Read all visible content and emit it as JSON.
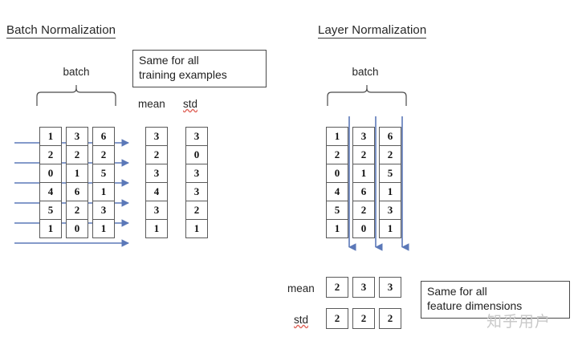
{
  "panels": [
    {
      "id": "batch-normalization",
      "title": "Batch Normalization",
      "brace_label": "batch",
      "callout": {
        "line1": "Same for all",
        "line2": "training examples"
      },
      "column_labels": [
        {
          "text": "mean",
          "spellcheck_underline": false
        },
        {
          "text": "std",
          "spellcheck_underline": true
        }
      ],
      "matrix": {
        "rows": 6,
        "cols": 3,
        "values": [
          [
            1,
            3,
            6
          ],
          [
            2,
            2,
            2
          ],
          [
            0,
            1,
            5
          ],
          [
            4,
            6,
            1
          ],
          [
            5,
            2,
            3
          ],
          [
            1,
            0,
            1
          ]
        ]
      },
      "mean_column": [
        3,
        2,
        3,
        4,
        3,
        1
      ],
      "std_column": [
        3,
        0,
        3,
        3,
        2,
        1
      ],
      "arrow_direction": "horizontal-right",
      "arrow_count": 6
    },
    {
      "id": "layer-normalization",
      "title": "Layer Normalization",
      "brace_label": "batch",
      "callout": {
        "line1": "Same for all",
        "line2": "feature dimensions"
      },
      "row_labels": [
        {
          "text": "mean",
          "spellcheck_underline": false
        },
        {
          "text": "std",
          "spellcheck_underline": true
        }
      ],
      "matrix": {
        "rows": 6,
        "cols": 3,
        "values": [
          [
            1,
            3,
            6
          ],
          [
            2,
            2,
            2
          ],
          [
            0,
            1,
            5
          ],
          [
            4,
            6,
            1
          ],
          [
            5,
            2,
            3
          ],
          [
            1,
            0,
            1
          ]
        ]
      },
      "mean_row": [
        2,
        3,
        3
      ],
      "std_row": [
        2,
        2,
        2
      ],
      "arrow_direction": "vertical-down",
      "arrow_count": 3
    }
  ],
  "watermark": "知乎用户",
  "colors": {
    "arrow_blue": "#5b78b8",
    "box_border": "#5a5a5a",
    "text": "#1a1a1a",
    "spellcheck_red": "#e0645a",
    "watermark": "#c9c9c9",
    "background": "#ffffff"
  }
}
